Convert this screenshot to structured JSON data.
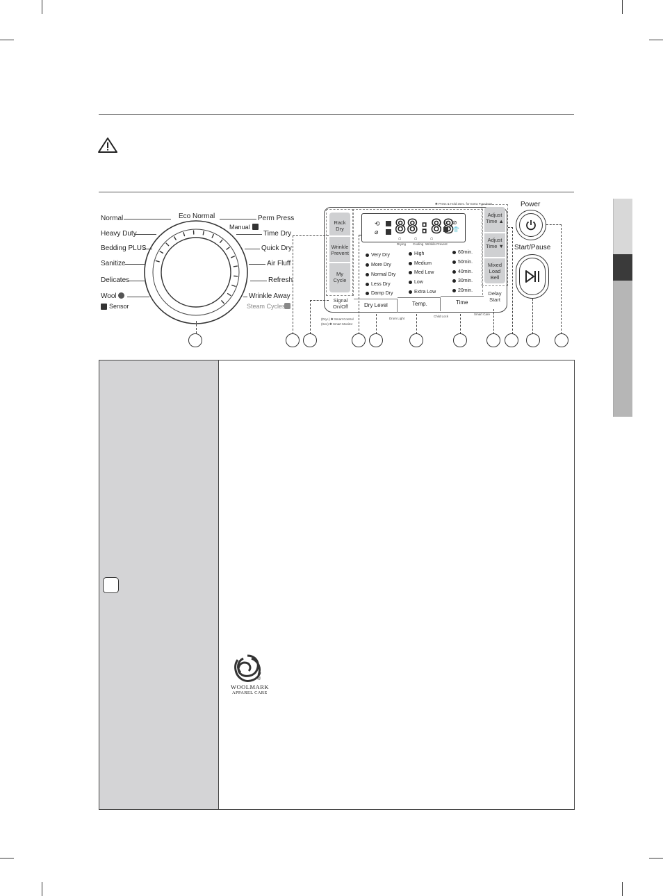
{
  "dial": {
    "left_labels": [
      "Normal",
      "Heavy Duty",
      "Bedding PLUS",
      "Sanitize",
      "Delicates",
      "Wool"
    ],
    "top_label": "Eco Normal",
    "right_labels": [
      "Perm Press",
      "Time Dry",
      "Quick Dry",
      "Air Fluff",
      "Refresh",
      "Wrinkle Away"
    ],
    "manual_label": "Manual",
    "sensor_label": "Sensor",
    "steam_label": "Steam Cycles"
  },
  "panel": {
    "hold_note": "✱ Press & Hold 3sec. for Extra Functions",
    "left_buttons": [
      "Rack Dry",
      "Wrinkle Prevent",
      "My Cycle"
    ],
    "signal_button": "Signal On/Off",
    "signal_note_1": "(Dry+) ✱ Smart Control",
    "signal_note_2": "(Sec) ✱ Smart Monitor",
    "display_digits": "88:88",
    "display_status": [
      "Drying",
      "Cooling",
      "Wrinkle Prevent"
    ],
    "dry_levels": [
      "Very Dry",
      "More Dry",
      "Normal Dry",
      "Less Dry",
      "Damp Dry"
    ],
    "temps": [
      "High",
      "Medium",
      "Med Low",
      "Low",
      "Extra Low"
    ],
    "times": [
      "60min.",
      "50min.",
      "40min.",
      "30min.",
      "20min."
    ],
    "bottom_buttons": [
      "Dry Level",
      "Temp.",
      "Time"
    ],
    "right_buttons": [
      "Adjust Time ▲",
      "Adjust Time ▼",
      "Mixed Load Bell"
    ],
    "delay_button": "Delay Start",
    "drum_light": "Drum Light",
    "child_lock": "Child Lock",
    "smart_care": "Smart Care",
    "power_label": "Power",
    "start_label": "Start/Pause"
  },
  "woolmark": {
    "line1": "WOOLMARK",
    "line2": "APPAREL CARE",
    "registered": "®"
  },
  "colors": {
    "side_tab_light": "#d8d8d8",
    "side_tab_dark": "#3a3a3a",
    "table_left_bg": "#d4d4d6",
    "button_bg": "#cfd0d2",
    "display_bg": "#2a2a2a"
  }
}
